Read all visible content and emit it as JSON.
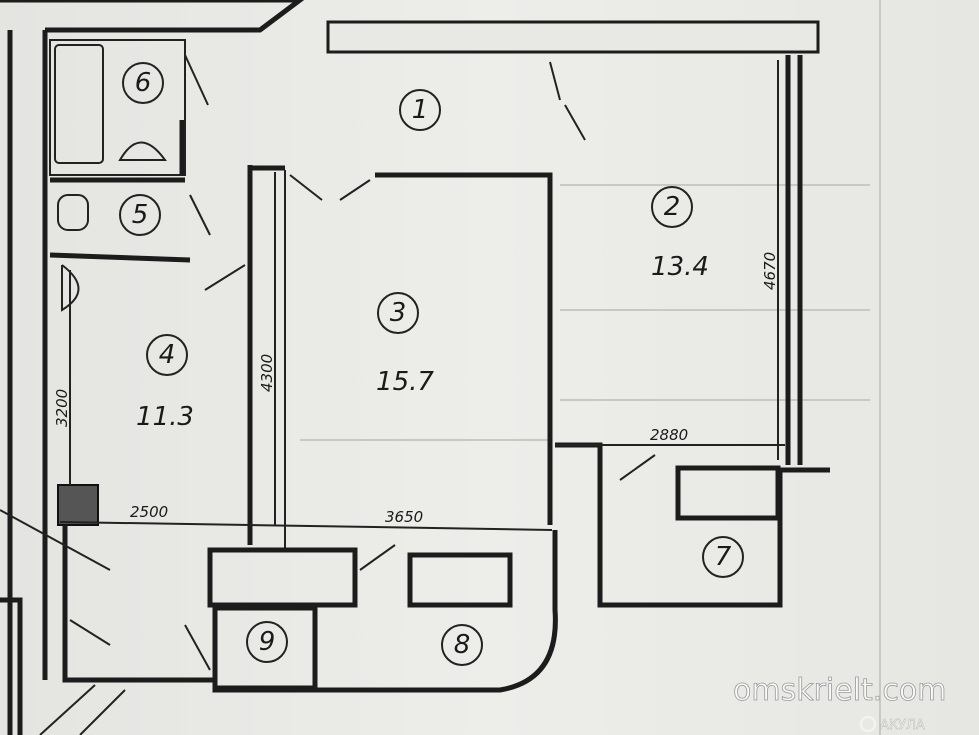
{
  "rooms": [
    {
      "number": "1",
      "area": ""
    },
    {
      "number": "2",
      "area": "13.4"
    },
    {
      "number": "3",
      "area": "15.7"
    },
    {
      "number": "4",
      "area": "11.3"
    },
    {
      "number": "5",
      "area": ""
    },
    {
      "number": "6",
      "area": ""
    },
    {
      "number": "7",
      "area": ""
    },
    {
      "number": "8",
      "area": ""
    },
    {
      "number": "9",
      "area": ""
    }
  ],
  "dimensions": {
    "room2_height": "4670",
    "room2_width": "2880",
    "room3_height": "4300",
    "room3_width": "3650",
    "room4_height": "3200",
    "room4_width": "2500"
  },
  "watermark": {
    "text": "omskrielt.com",
    "logo_text": "АКУЛА"
  }
}
